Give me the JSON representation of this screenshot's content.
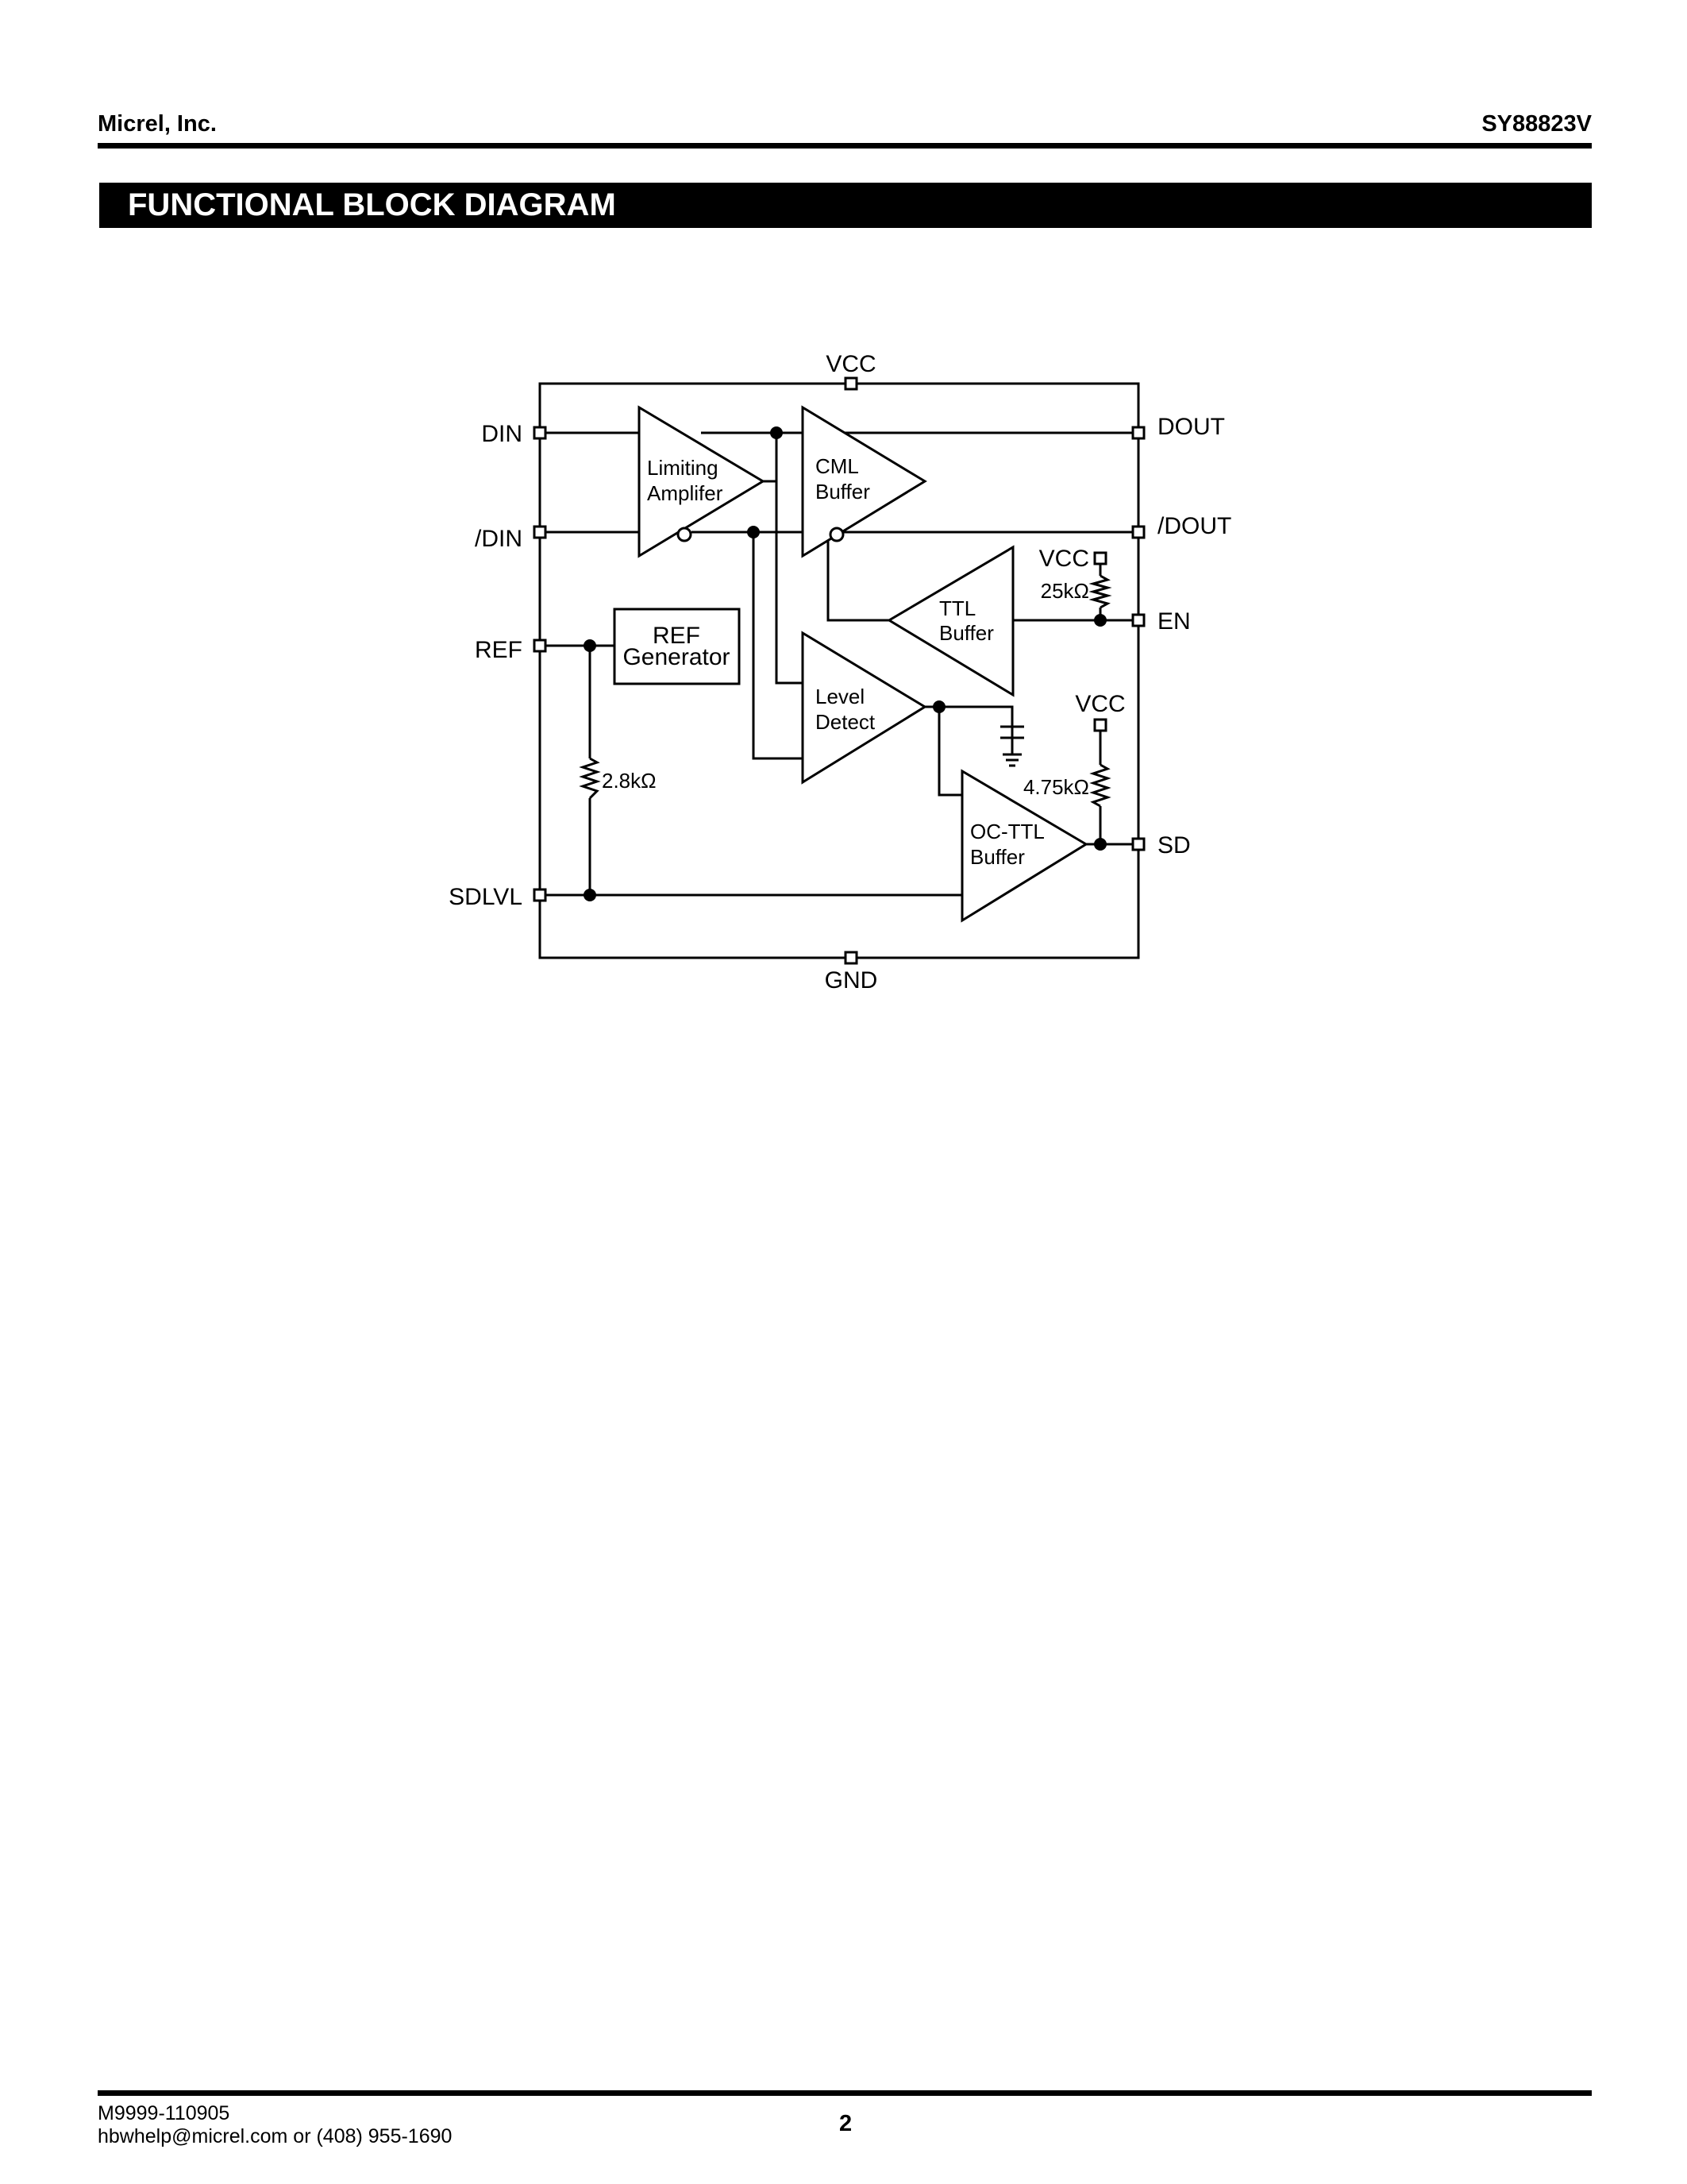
{
  "header": {
    "company": "Micrel, Inc.",
    "part_number": "SY88823V"
  },
  "section": {
    "title": "FUNCTIONAL BLOCK DIAGRAM"
  },
  "diagram": {
    "pins": {
      "vcc_top": "VCC",
      "din": "DIN",
      "din_bar": "/DIN",
      "ref": "REF",
      "sdlvl": "SDLVL",
      "gnd": "GND",
      "dout": "DOUT",
      "dout_bar": "/DOUT",
      "en": "EN",
      "sd": "SD"
    },
    "blocks": {
      "limiting_amp": [
        "Limiting",
        "Amplifer"
      ],
      "cml_buffer": [
        "CML",
        "Buffer"
      ],
      "ttl_buffer": [
        "TTL",
        "Buffer"
      ],
      "level_detect": [
        "Level",
        "Detect"
      ],
      "oc_ttl_buffer": [
        "OC-TTL",
        "Buffer"
      ],
      "ref_generator": [
        "REF",
        "Generator"
      ]
    },
    "labels": {
      "vcc_en": "VCC",
      "r_en": "25kΩ",
      "vcc_sd": "VCC",
      "r_sd": "4.75kΩ",
      "r_ref": "2.8kΩ"
    }
  },
  "footer": {
    "doc_number": "M9999-110905",
    "contact": "hbwhelp@micrel.com or (408) 955-1690",
    "page": "2"
  }
}
